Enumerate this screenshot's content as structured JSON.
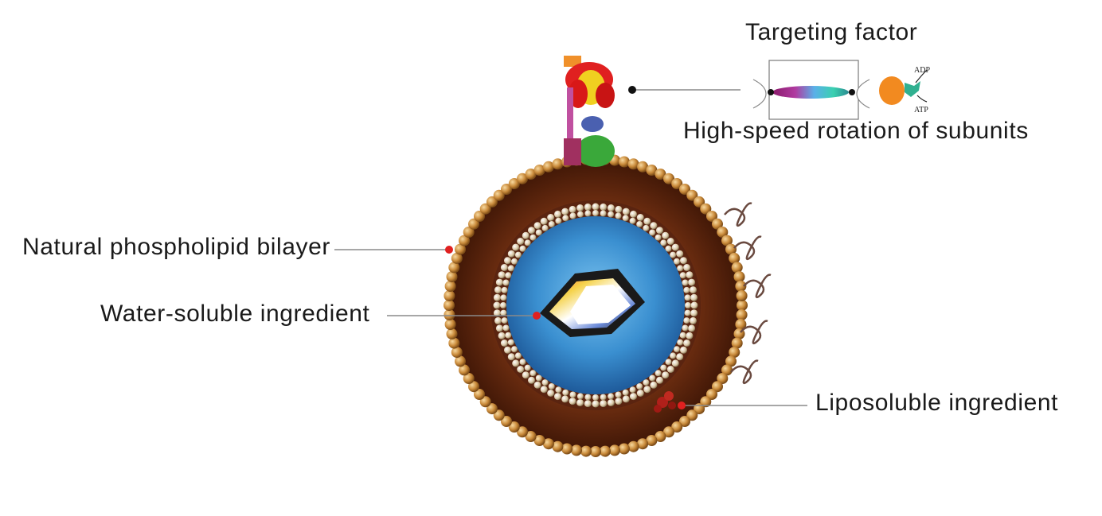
{
  "labels": {
    "targeting_factor": "Targeting factor",
    "rotation": "High-speed rotation of subunits",
    "bilayer": "Natural phospholipid bilayer",
    "water_soluble": "Water-soluble ingredient",
    "liposoluble": "Liposoluble ingredient"
  },
  "inset": {
    "adp": "ADP",
    "atp": "ATP"
  },
  "colors": {
    "bilayer_shell": "#4a1e0c",
    "head_beads": "#c98a3a",
    "core": "#4a9fd8",
    "marker": "#e02020",
    "leader_line": "#8a8a8a"
  }
}
